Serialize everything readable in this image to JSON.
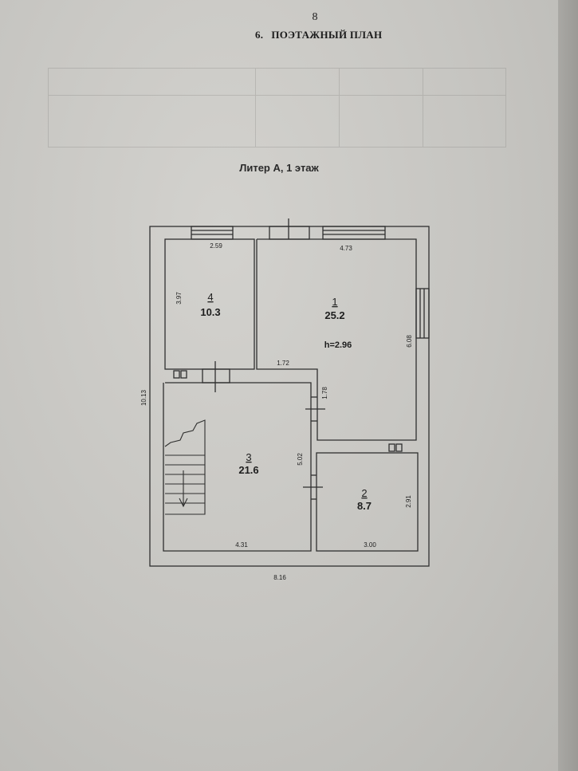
{
  "page": {
    "number": "8"
  },
  "section": {
    "number": "6.",
    "title": "ПОЭТАЖНЫЙ ПЛАН"
  },
  "plan": {
    "title": "Литер  А, 1 этаж",
    "height_label": "h=2.96",
    "rooms": [
      {
        "id": "1",
        "area": "25.2"
      },
      {
        "id": "2",
        "area": "8.7"
      },
      {
        "id": "3",
        "area": "21.6"
      },
      {
        "id": "4",
        "area": "10.3"
      }
    ],
    "dimensions": {
      "room4_width": "2.59",
      "room4_height": "3.97",
      "room1_width": "4.73",
      "room1_height": "6.08",
      "room1_offset": "1.72",
      "room1_step": "1.78",
      "room3_height": "5.02",
      "room3_width": "4.31",
      "room2_height": "2.91",
      "room2_width": "3.00",
      "total_width": "8.16",
      "total_height": "10.13"
    }
  }
}
